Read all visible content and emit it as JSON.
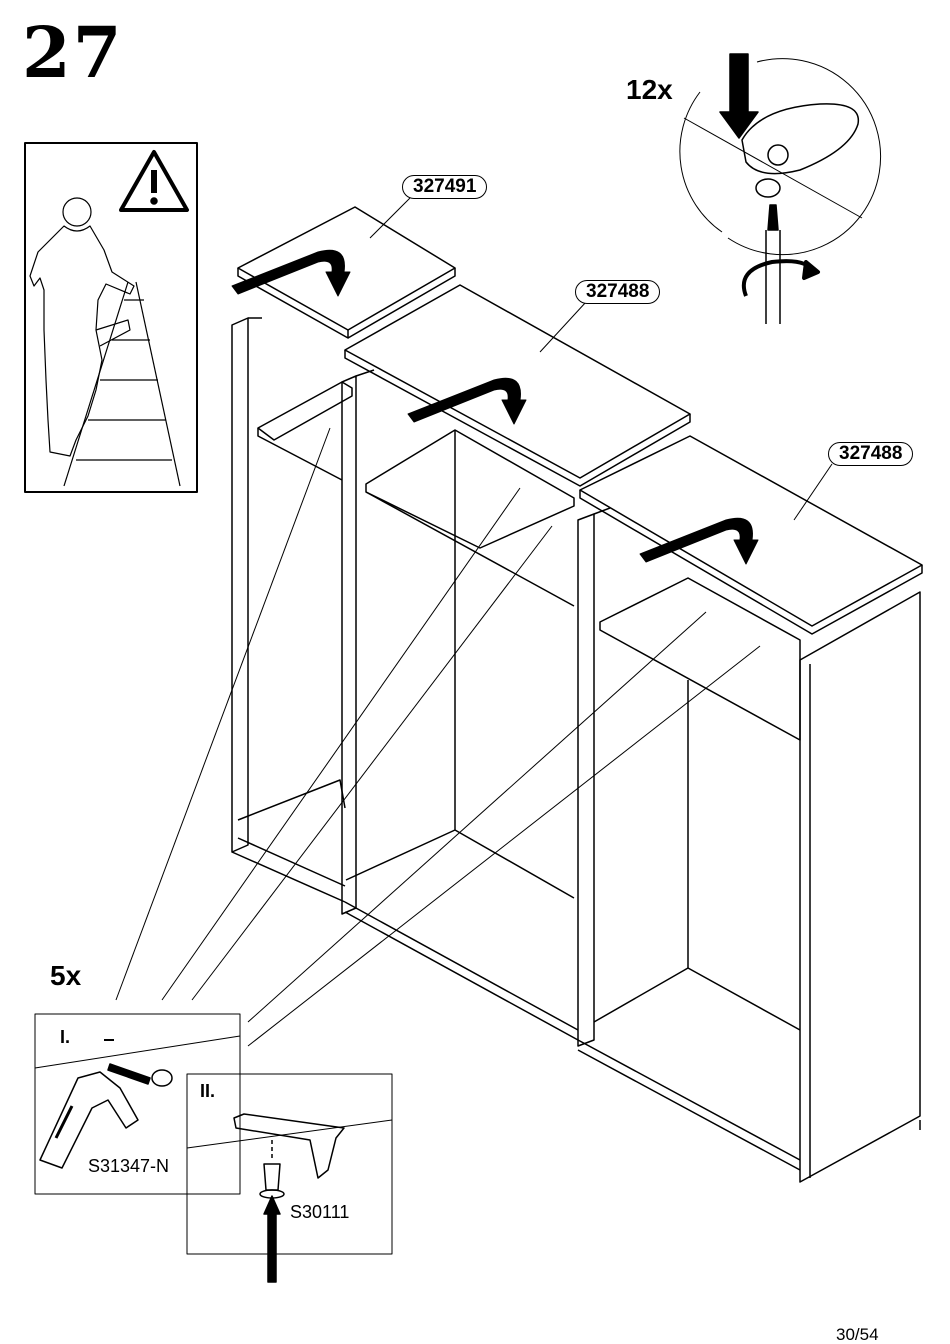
{
  "step": {
    "number": "27"
  },
  "camlock": {
    "quantity": "12x"
  },
  "legs": {
    "quantity": "5x"
  },
  "parts": {
    "top_left": "327491",
    "top_middle": "327488",
    "top_right": "327488",
    "leg": "S31347-N",
    "screw": "S30111"
  },
  "substeps": {
    "first": "I.",
    "second": "II."
  },
  "footer": {
    "page": "30/54"
  },
  "icons": [
    "warning-icon",
    "person-on-ladder-icon",
    "screwdriver-icon",
    "rotate-arrow-icon"
  ]
}
